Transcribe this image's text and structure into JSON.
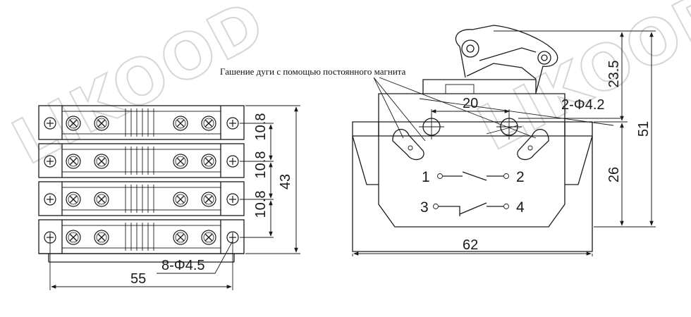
{
  "watermark": "LIKOOD",
  "annotation": "Гашение дуги с помощью постоянного магнита",
  "left_view": {
    "width_label": "55",
    "height_label": "43",
    "pitch_labels": [
      "10.8",
      "10.8",
      "10.8"
    ],
    "hole_label": "8-Φ4.5"
  },
  "right_view": {
    "width_label": "62",
    "height_total_label": "51",
    "lever_label": "23.5",
    "body_label": "26",
    "hole_spacing_label": "20",
    "hole_label": "2-Φ4.2",
    "terminals": [
      "1",
      "2",
      "3",
      "4"
    ]
  }
}
